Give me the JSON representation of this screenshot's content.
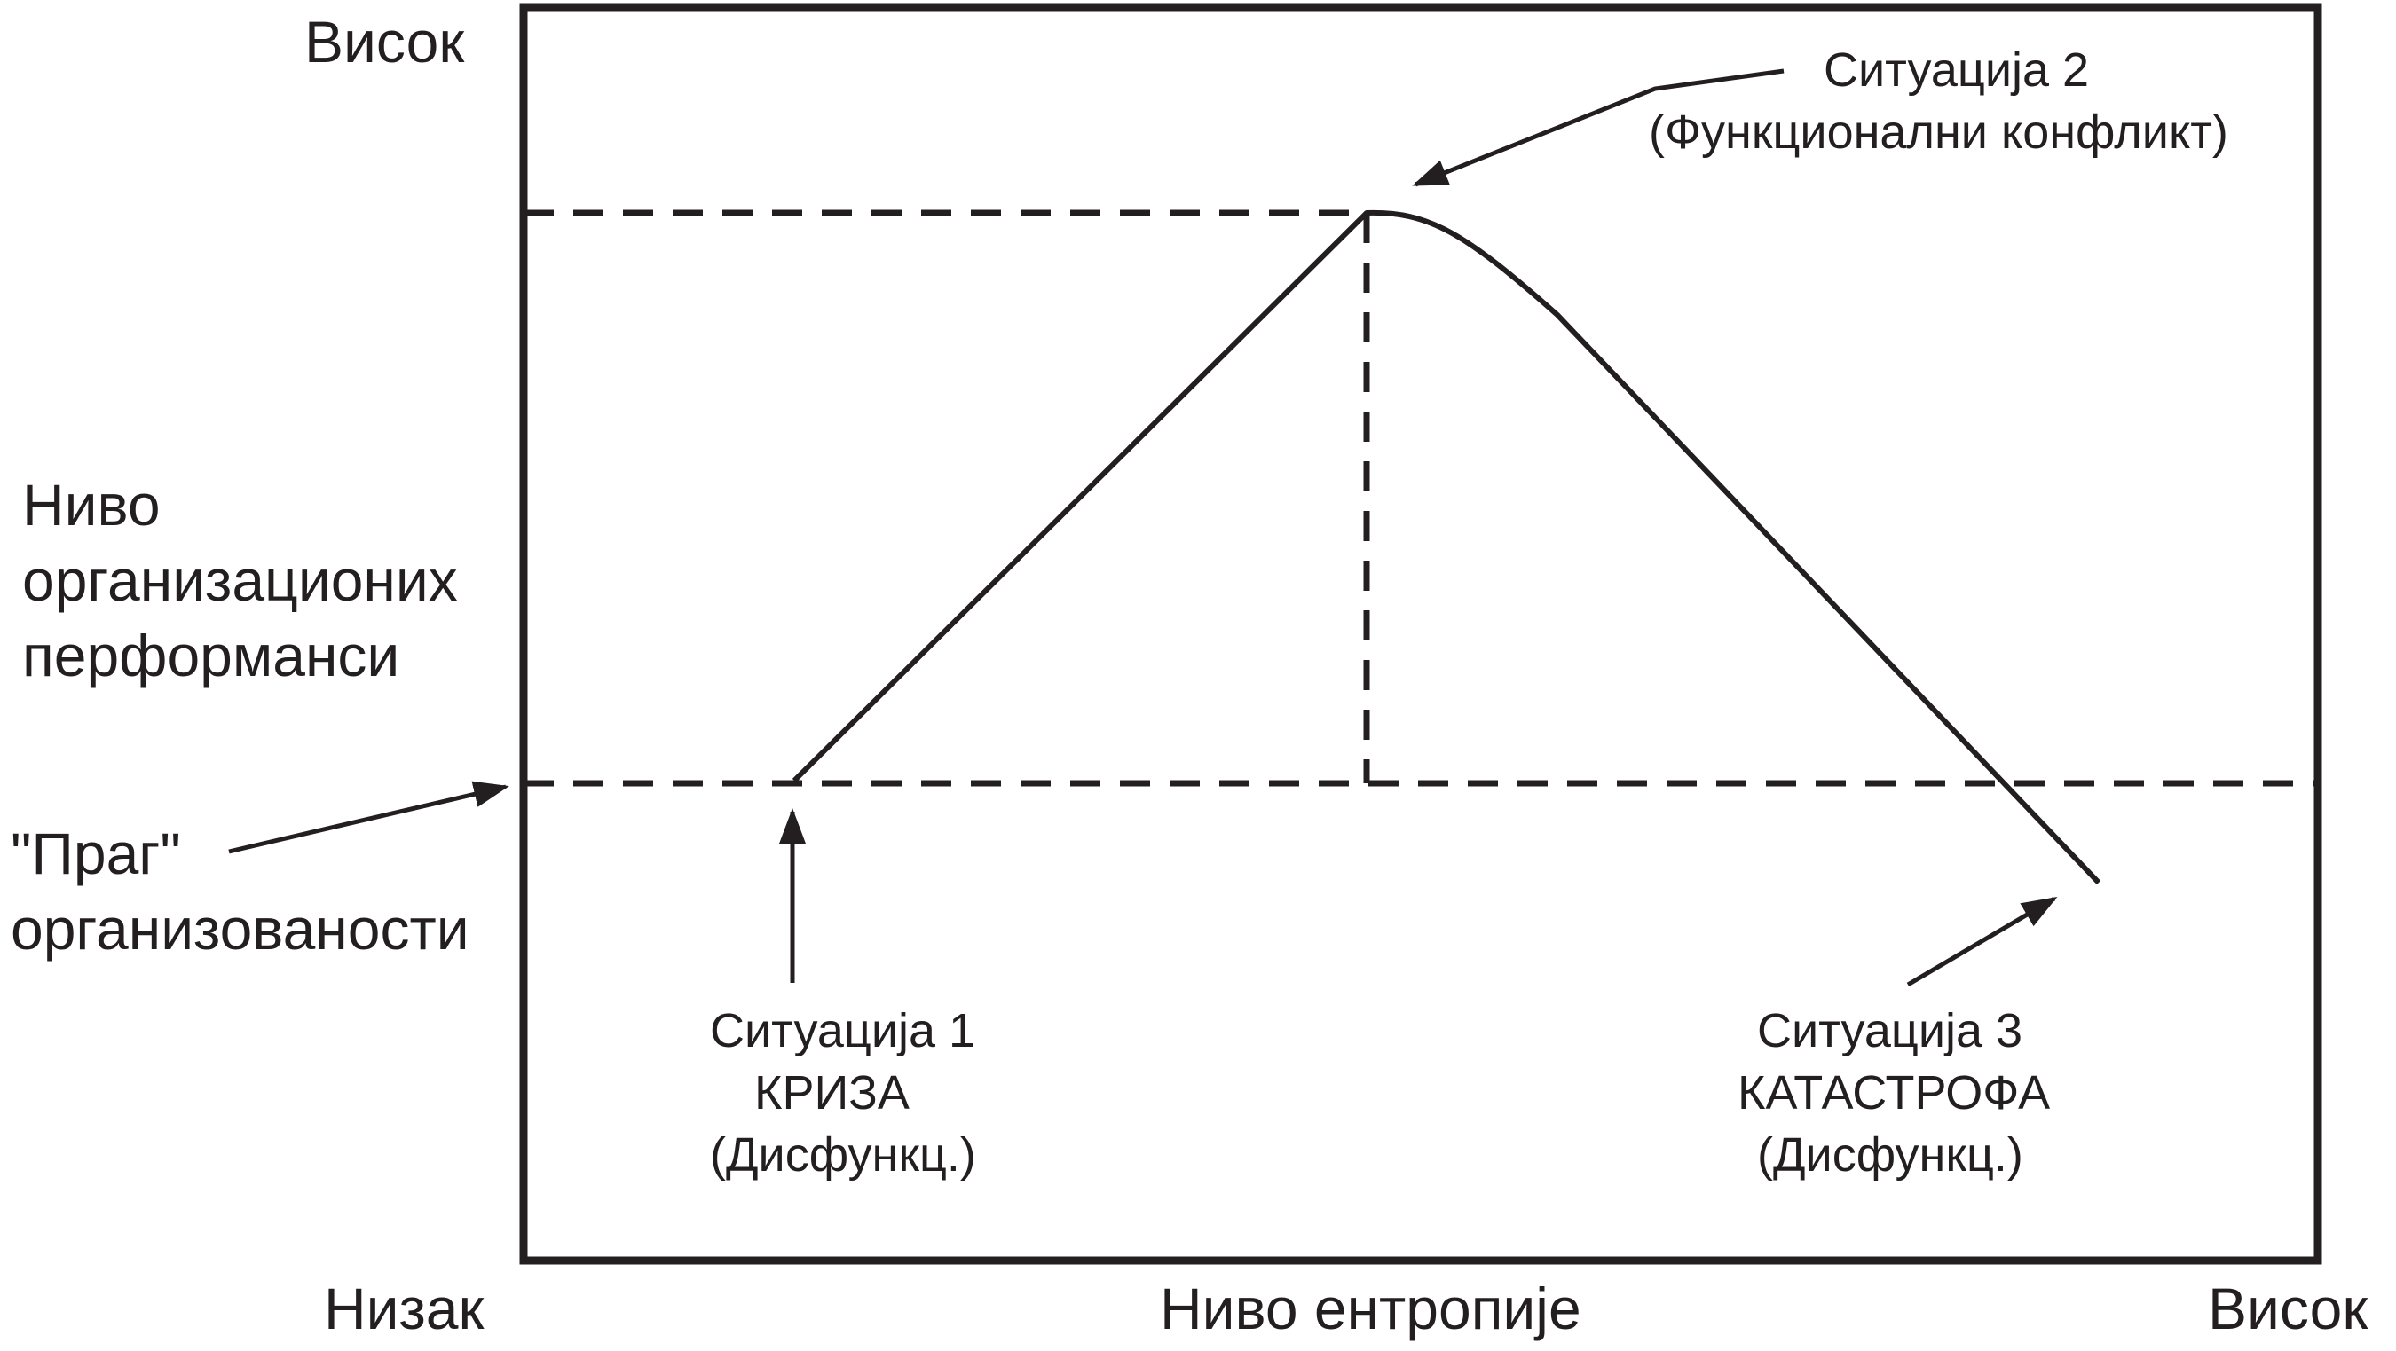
{
  "y_axis": {
    "top_label": "Висок",
    "title_lines": [
      "Ниво",
      "организационих",
      "перформанси"
    ]
  },
  "x_axis": {
    "left_label": "Низак",
    "title": "Ниво ентропије",
    "right_label": "Висок"
  },
  "threshold": {
    "lines": [
      "\"Праг\"",
      "организованости"
    ]
  },
  "situation_1": {
    "lines": [
      "Ситуација 1",
      "КРИЗА",
      "(Дисфункц.)"
    ]
  },
  "situation_2": {
    "lines": [
      "Ситуација 2",
      "(Функционални конфликт)"
    ]
  },
  "situation_3": {
    "lines": [
      "Ситуација 3",
      "КАТАСТРОФА",
      "(Дисфункц.)"
    ]
  },
  "colors": {
    "ink": "#231f20",
    "background": "#ffffff"
  }
}
